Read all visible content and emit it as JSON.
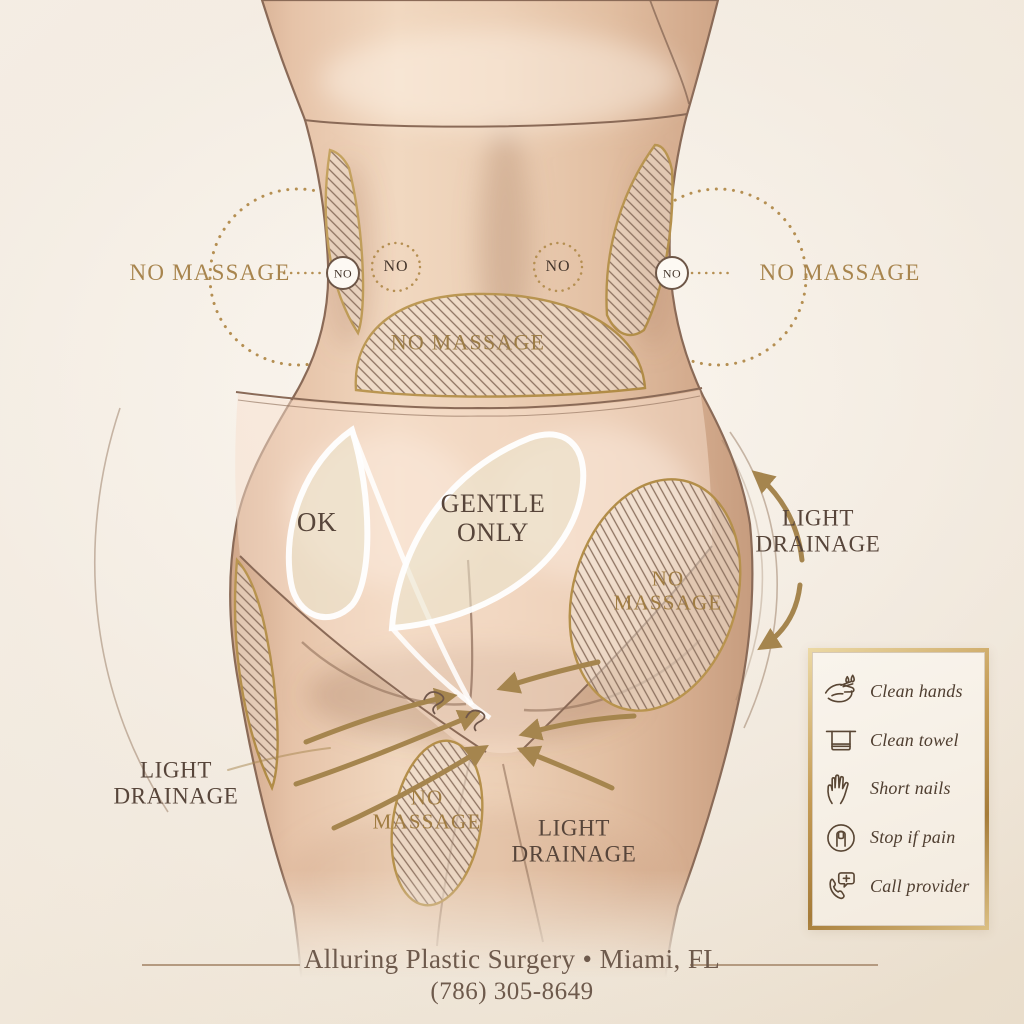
{
  "annotations": {
    "no_massage_left": "NO MASSAGE",
    "no_massage_right": "NO MASSAGE",
    "no_badge_left": "NO",
    "no_badge_dimple_left": "NO",
    "no_badge_dimple_right": "NO",
    "no_badge_right": "NO",
    "no_massage_back": "NO MASSAGE",
    "ok_zone": "OK",
    "gentle_only_zone": "GENTLE ONLY",
    "no_massage_hip": "NO MASSAGE",
    "light_drainage_right": "LIGHT DRAINAGE",
    "light_drainage_left": "LIGHT DRAINAGE",
    "no_massage_bottom": "NO MASSAGE",
    "light_drainage_bottom": "LIGHT DRAINAGE"
  },
  "legend": {
    "items": [
      {
        "icon": "clean-hands-icon",
        "label": "Clean hands"
      },
      {
        "icon": "clean-towel-icon",
        "label": "Clean towel"
      },
      {
        "icon": "short-nails-icon",
        "label": "Short nails"
      },
      {
        "icon": "stop-if-pain-icon",
        "label": "Stop if pain"
      },
      {
        "icon": "call-provider-icon",
        "label": "Call provider"
      }
    ]
  },
  "footer": {
    "clinic": "Alluring Plastic Surgery • Miami, FL",
    "phone": "(786) 305-8649"
  },
  "colors": {
    "background": "#f1e8db",
    "gold_text": "#a8854e",
    "dark_text": "#57453a",
    "gold_line": "#c29b5a",
    "skin": "#e9ccb4",
    "outline": "#8a6a57",
    "arrow": "#a5854e"
  }
}
